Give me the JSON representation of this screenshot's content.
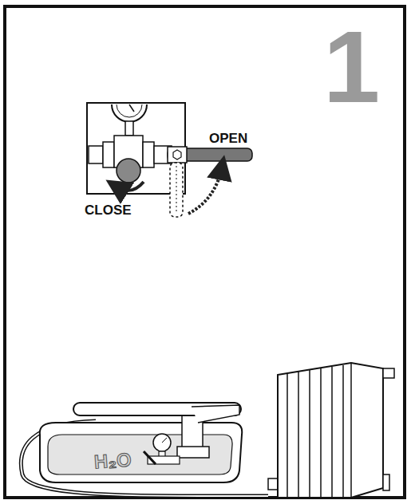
{
  "diagram": {
    "labels": [
      "1",
      "OPEN",
      "CLOSE",
      "H₂O"
    ]
  }
}
